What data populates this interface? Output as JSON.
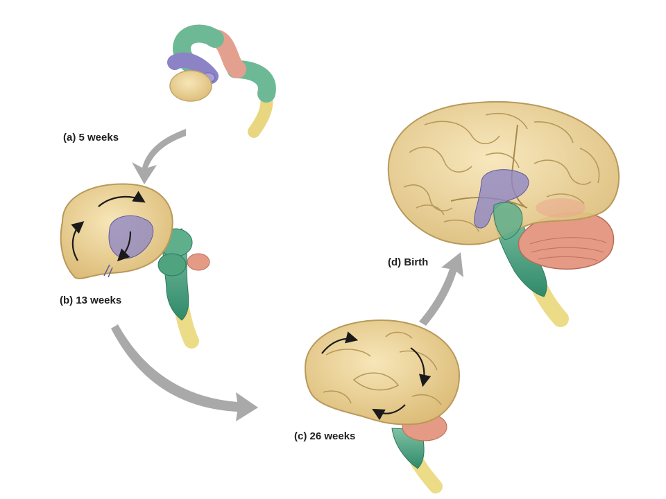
{
  "stages": [
    {
      "id": "a",
      "label": "(a) 5 weeks"
    },
    {
      "id": "b",
      "label": "(b) 13 weeks"
    },
    {
      "id": "c",
      "label": "(c) 26 weeks"
    },
    {
      "id": "d",
      "label": "(d) Birth"
    }
  ],
  "colors": {
    "cerebrum": "#edd49a",
    "cerebrum_outline": "#b8995a",
    "diencephalon": "#8e86c4",
    "brainstem": "#3f9c7e",
    "cerebellum": "#e5957f",
    "spinal_cord": "#efe08a",
    "arrow": "#a9a9a9",
    "rotation_arrow": "#1a1a1a"
  }
}
